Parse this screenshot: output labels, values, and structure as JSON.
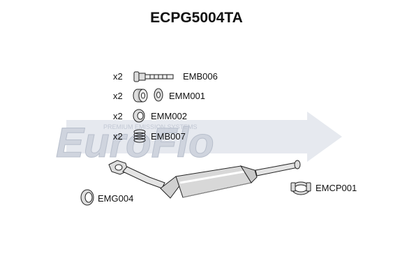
{
  "title": "ECPG5004TA",
  "watermark": {
    "brand": "EuroFlo",
    "tagline": "PREMIUM EMISSION SYSTEMS",
    "color": "#d9dde6"
  },
  "parts": [
    {
      "qty": "x2",
      "code": "EMB006",
      "icon": "bolt-icon"
    },
    {
      "qty": "x2",
      "code": "EMM001",
      "icon": "mount-rubber-icon"
    },
    {
      "qty": "x2",
      "code": "EMM002",
      "icon": "mount-ring-icon"
    },
    {
      "qty": "x2",
      "code": "EMB007",
      "icon": "spring-icon"
    }
  ],
  "components": {
    "gasket": "EMG004",
    "clamp": "EMCP001"
  },
  "colors": {
    "line": "#222222",
    "fill": "#dcdcdc",
    "shade": "#aaaaaa"
  }
}
